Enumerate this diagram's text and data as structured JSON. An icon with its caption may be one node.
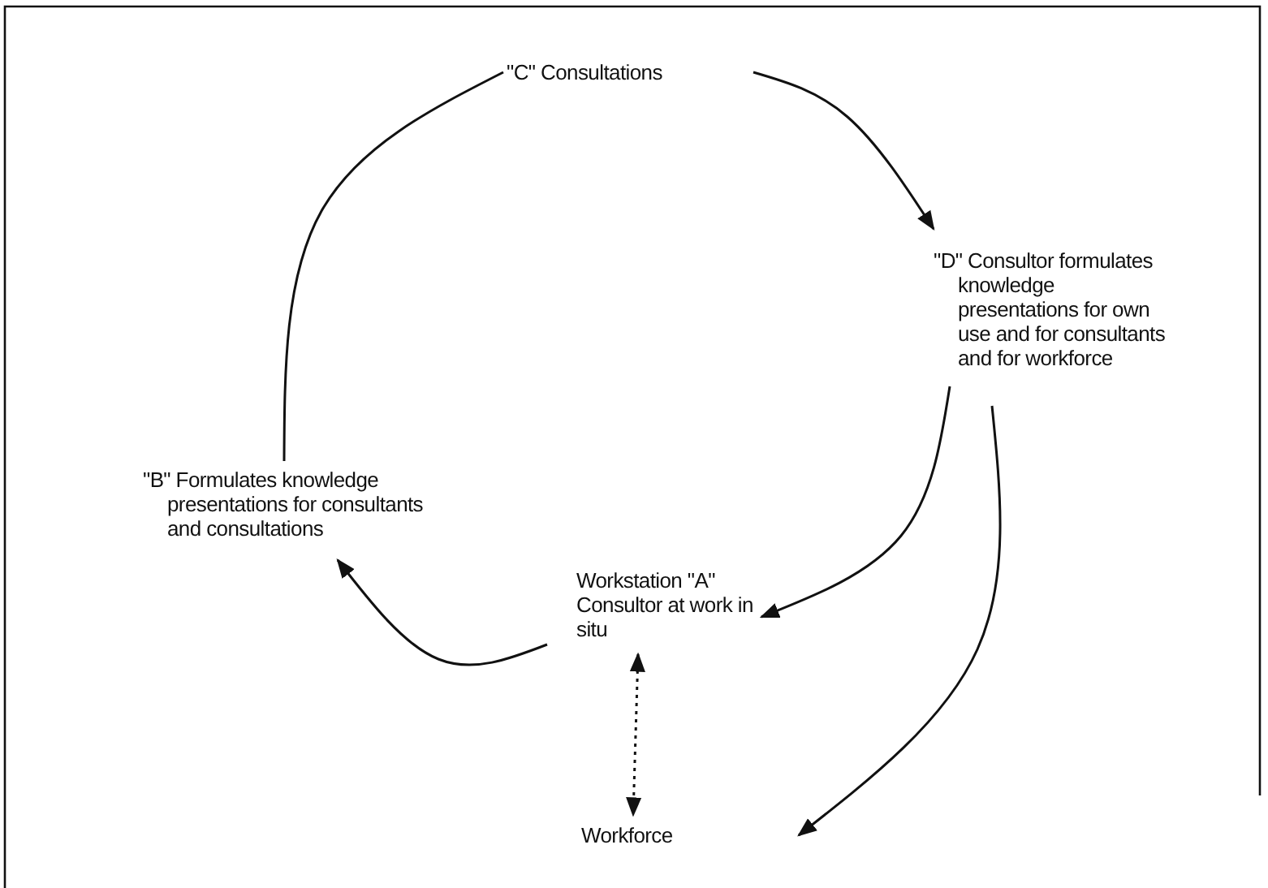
{
  "diagram": {
    "nodes": [
      {
        "text": [
          "\"C\" Consultations"
        ]
      },
      {
        "text": [
          "\"D\" Consultor formulates knowledge presentations for own use and for consultants and for workforce"
        ]
      },
      {
        "text": [
          "\"B\" Formulates knowledge presentations for consultants and consultations"
        ]
      },
      {
        "text": [
          "Workstation \"A\" Consultor at work in situ"
        ]
      },
      {
        "text": [
          "Workforce"
        ]
      }
    ],
    "edges": [
      {
        "from": 0,
        "to": 1,
        "arrow": "to"
      },
      {
        "from": 1,
        "to": 3,
        "arrow": "to"
      },
      {
        "from": 1,
        "to": 4,
        "arrow": "to"
      },
      {
        "from": 3,
        "to": 2,
        "arrow": "to"
      },
      {
        "from": 2,
        "to": 0,
        "arrow": "none"
      },
      {
        "from": 3,
        "to": 4,
        "arrow": "both",
        "style": "dashed"
      }
    ]
  }
}
